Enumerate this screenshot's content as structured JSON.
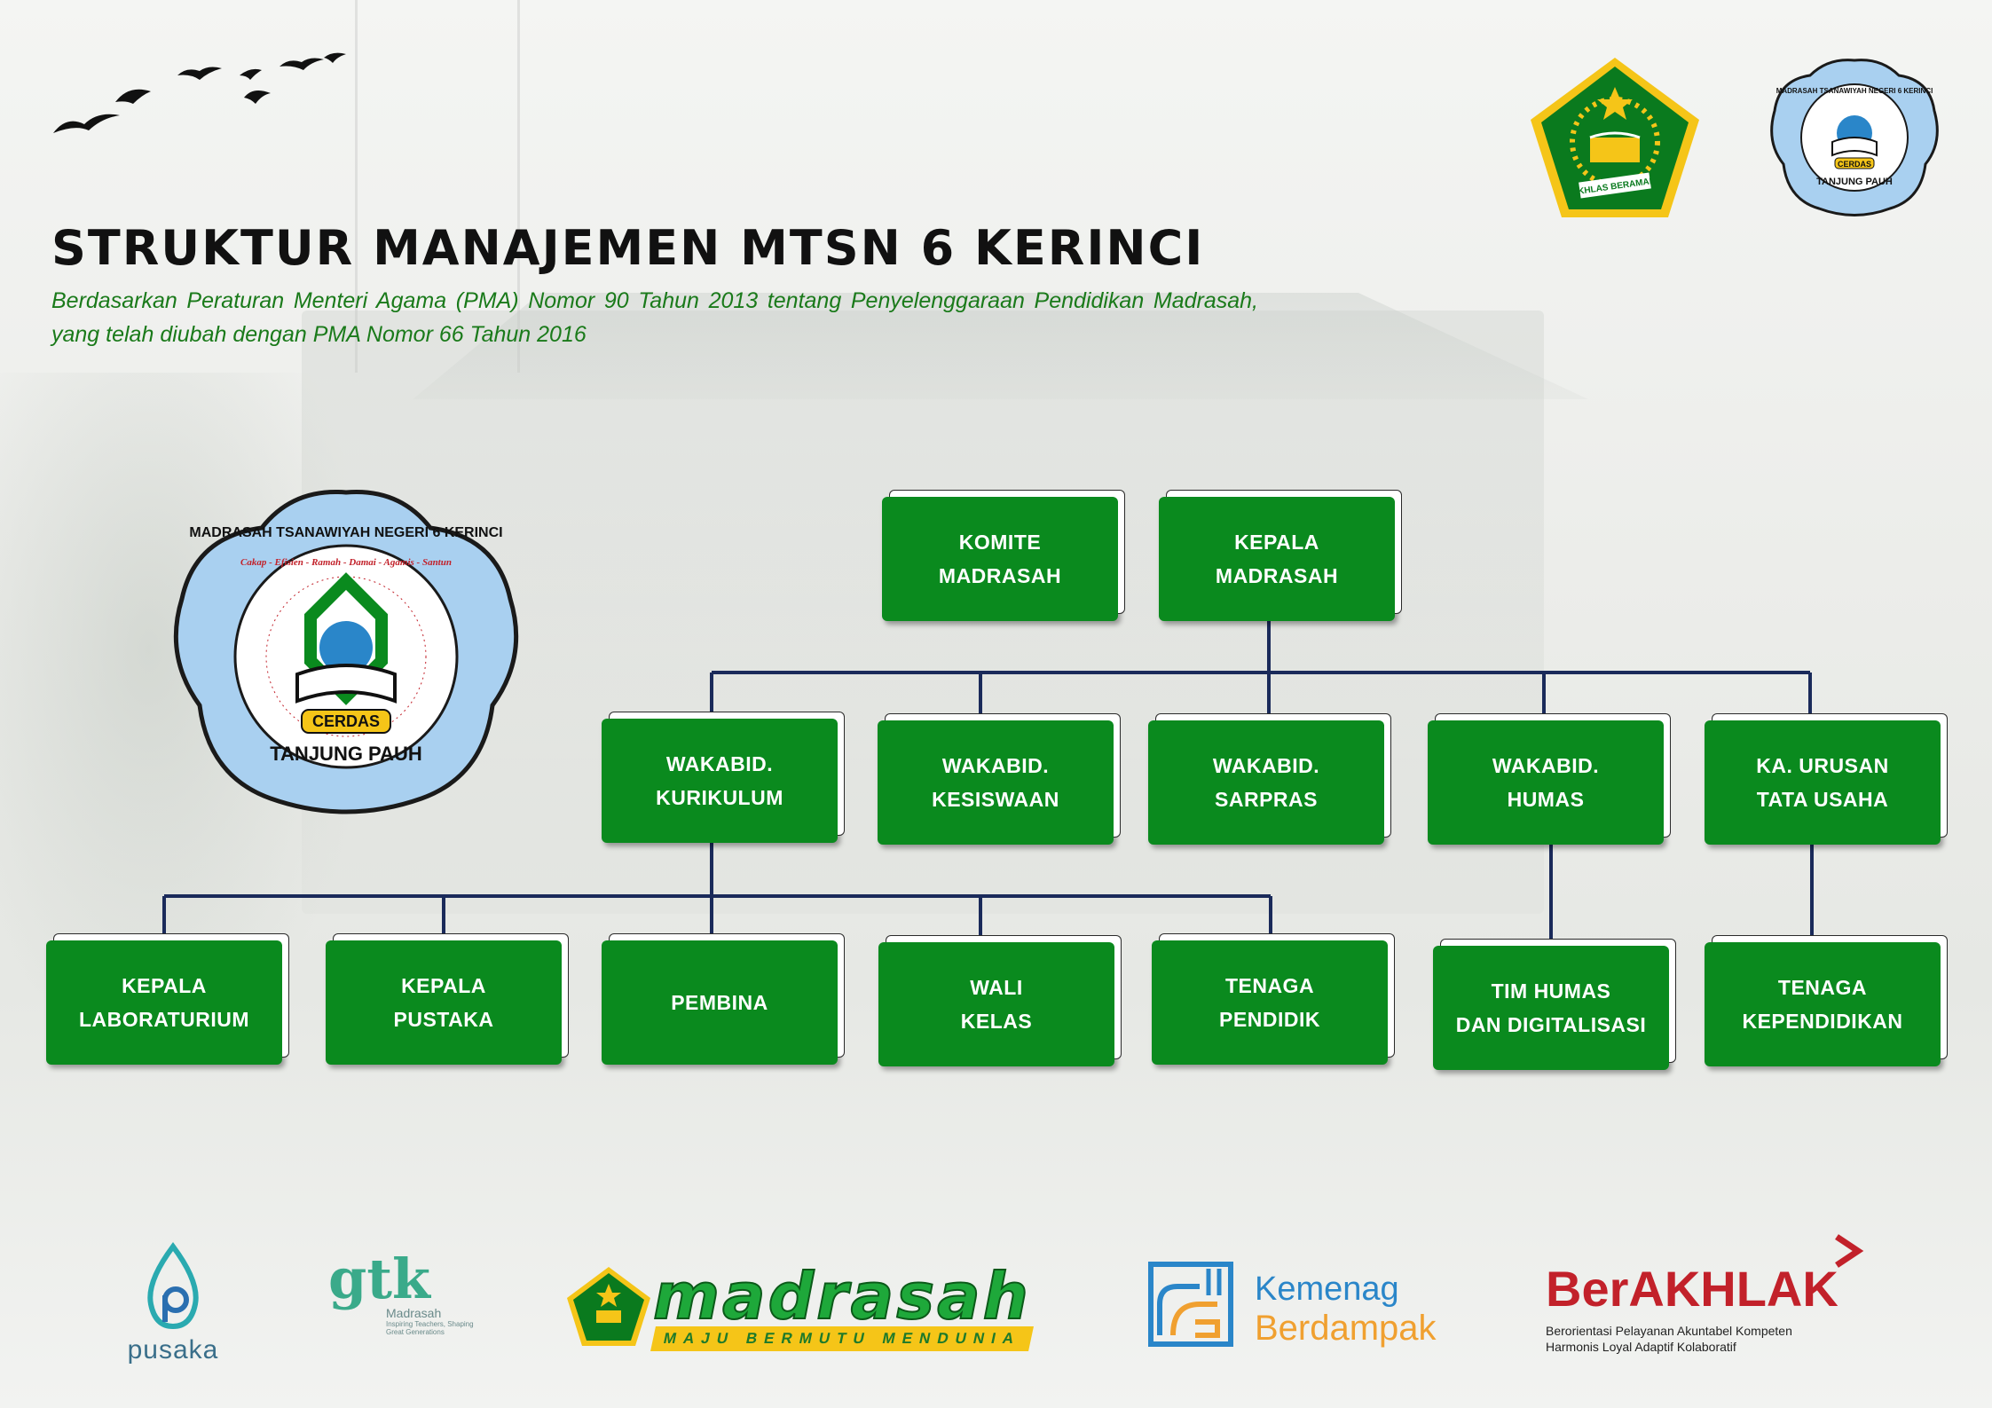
{
  "header": {
    "title": "STRUKTUR MANAJEMEN MTSN 6 KERINCI",
    "subtitle": "Berdasarkan  Peraturan Menteri Agama (PMA) Nomor 90 Tahun 2013 tentang Penyelenggaraan Pendidikan Madrasah, yang telah diubah dengan PMA Nomor 66 Tahun 2016"
  },
  "logos": {
    "kemenag_banner": "IKHLAS BERAMAL",
    "school_ring": "MADRASAH TSANAWIYAH NEGERI 6 KERINCI",
    "school_motto": "Cakap - Efisien - Ramah - Damai - Agamis - Santun",
    "school_badge": "CERDAS",
    "school_place": "TANJUNG PAUH"
  },
  "org": {
    "komite": "KOMITE\nMADRASAH",
    "kepala": "KEPALA\nMADRASAH",
    "wakabid_kurikulum": "WAKABID.\nKURIKULUM",
    "wakabid_kesiswaan": "WAKABID.\nKESISWAAN",
    "wakabid_sarpras": "WAKABID.\nSARPRAS",
    "wakabid_humas": "WAKABID.\nHUMAS",
    "ka_tu": "KA. URUSAN\nTATA USAHA",
    "kepala_lab": "KEPALA\nLABORATURIUM",
    "kepala_pustaka": "KEPALA\nPUSTAKA",
    "pembina": "PEMBINA",
    "wali_kelas": "WALI\nKELAS",
    "tenaga_pendidik": "TENAGA\nPENDIDIK",
    "tim_humas": "TIM HUMAS\nDAN DIGITALISASI",
    "tenaga_kependidikan": "TENAGA\nKEPENDIDIKAN"
  },
  "footer": {
    "pusaka": "pusaka",
    "gtk": "gtk",
    "gtk_sub": "Madrasah",
    "gtk_tag": "Inspiring Teachers, Shaping Great Generations",
    "madrasah": "madrasah",
    "madrasah_tag": "MAJU BERMUTU MENDUNIA",
    "kemenag_1": "Kemenag",
    "kemenag_2": "Berdampak",
    "berakhlak": "BerAKHLAK",
    "berakhlak_line1": "Berorientasi Pelayanan Akuntabel Kompeten",
    "berakhlak_line2": "Harmonis Loyal Adaptif Kolaboratif"
  },
  "colors": {
    "box_green": "#0a8a1e",
    "connector": "#1a2a5a",
    "subtitle_green": "#1a7a1a"
  }
}
